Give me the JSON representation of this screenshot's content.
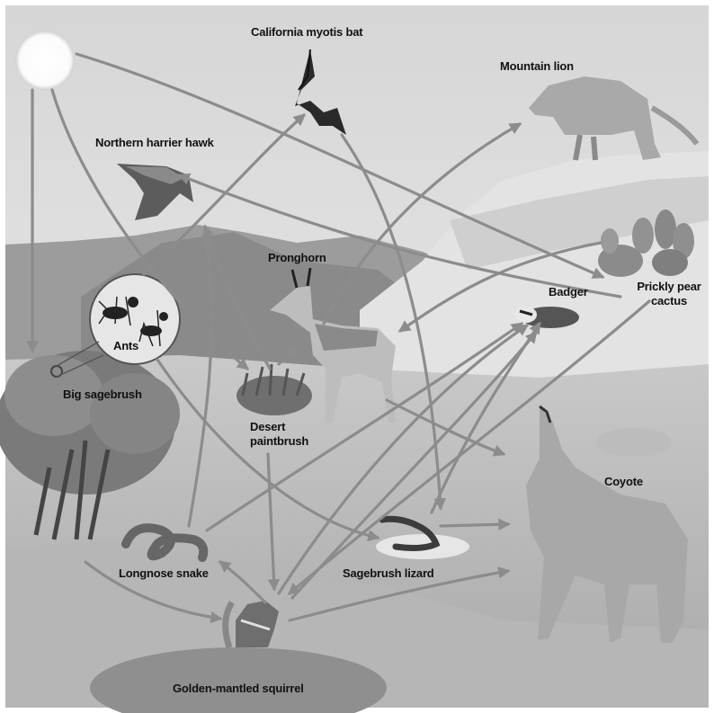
{
  "organisms": {
    "bat": "California myotis bat",
    "mountain_lion": "Mountain lion",
    "hawk": "Northern harrier hawk",
    "pronghorn": "Pronghorn",
    "badger": "Badger",
    "cactus_line1": "Prickly pear",
    "cactus_line2": "cactus",
    "ants": "Ants",
    "sagebrush": "Big sagebrush",
    "paintbrush_line1": "Desert",
    "paintbrush_line2": "paintbrush",
    "coyote": "Coyote",
    "snake": "Longnose snake",
    "lizard": "Sagebrush lizard",
    "squirrel": "Golden-mantled squirrel"
  },
  "colors": {
    "arrow": "#8c8c8c",
    "sky": "#d9d9d9",
    "ground": "#bdbdbd"
  }
}
